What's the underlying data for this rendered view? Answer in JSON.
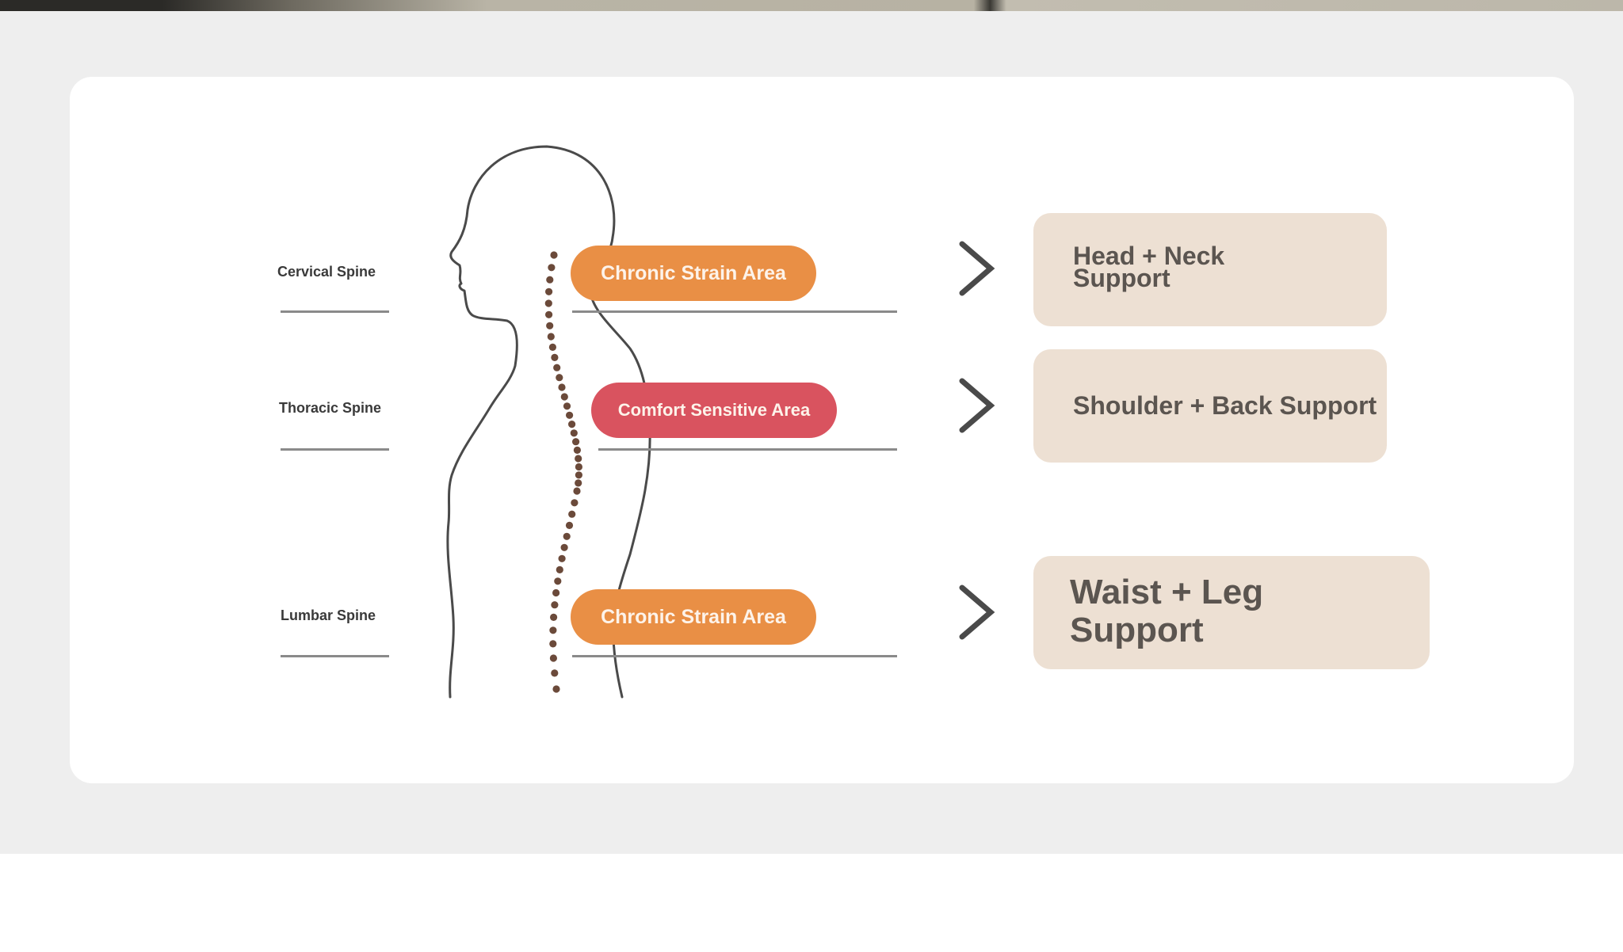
{
  "spine_labels": {
    "cervical": "Cervical Spine",
    "thoracic": "Thoracic Spine",
    "lumbar": "Lumbar Spine"
  },
  "areas": {
    "top": "Chronic Strain Area",
    "middle": "Comfort Sensitive Area",
    "bottom": "Chronic Strain Area"
  },
  "supports": {
    "top": "Head + Neck Support",
    "middle": "Shoulder + Back Support",
    "bottom": "Waist + Leg Support"
  },
  "colors": {
    "strain": "#e98f45",
    "sensitive": "#d9535f",
    "support_box": "#ede0d3",
    "support_text": "#5b5550",
    "spine_dots": "#6b4a3a"
  },
  "icons": [
    "chevron-right-icon",
    "human-profile-outline"
  ]
}
